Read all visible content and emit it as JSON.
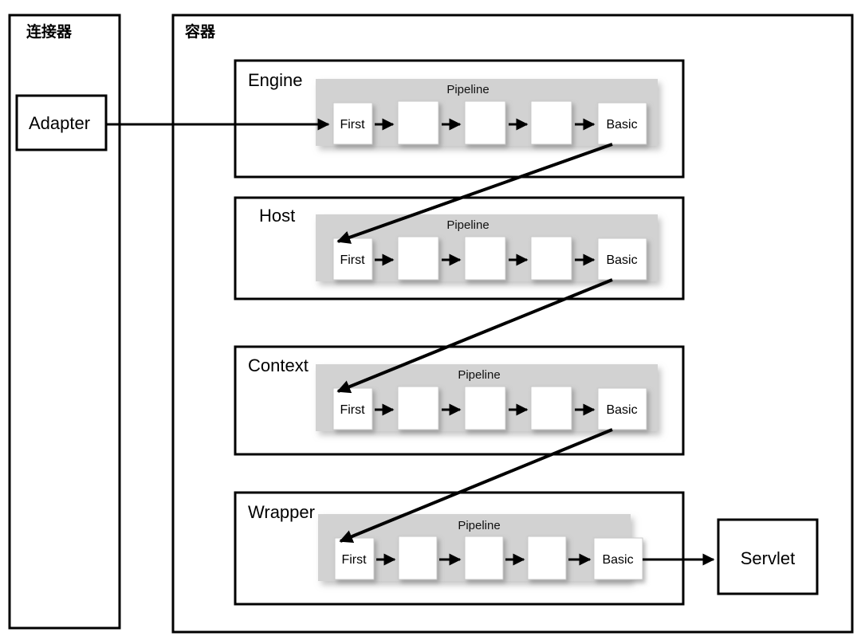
{
  "diagram": {
    "title_connector": "连接器",
    "title_container": "容器",
    "adapter_label": "Adapter",
    "servlet_label": "Servlet",
    "pipeline_label": "Pipeline",
    "valve_first": "First",
    "valve_basic": "Basic",
    "valve_blank": "",
    "colors": {
      "stroke": "#000000",
      "pipeline_band": "#d2d2d2",
      "valve_fill": "#ffffff",
      "background": "#ffffff"
    },
    "levels": [
      {
        "id": "engine",
        "label": "Engine",
        "pipeline_label": "Pipeline",
        "valves": [
          "First",
          "",
          "",
          "",
          "Basic"
        ]
      },
      {
        "id": "host",
        "label": "Host",
        "pipeline_label": "Pipeline",
        "valves": [
          "First",
          "",
          "",
          "",
          "Basic"
        ]
      },
      {
        "id": "context",
        "label": "Context",
        "pipeline_label": "Pipeline",
        "valves": [
          "First",
          "",
          "",
          "",
          "Basic"
        ]
      },
      {
        "id": "wrapper",
        "label": "Wrapper",
        "pipeline_label": "Pipeline",
        "valves": [
          "First",
          "",
          "",
          "",
          "Basic"
        ]
      }
    ],
    "connections": [
      "Adapter -> Engine First",
      "Engine Basic -> Host First",
      "Host Basic -> Context First",
      "Context Basic -> Wrapper First",
      "Wrapper Basic -> Servlet"
    ]
  }
}
